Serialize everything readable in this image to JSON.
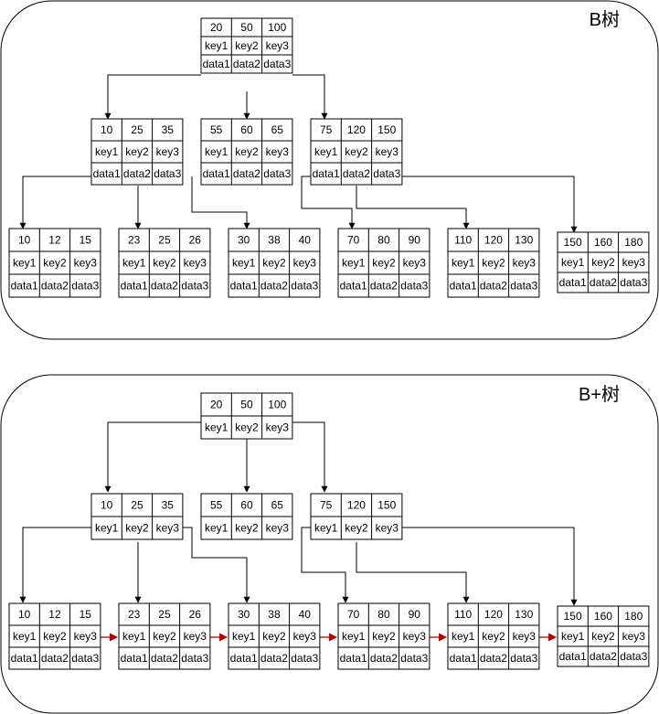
{
  "colors": {
    "stroke": "#000000",
    "background": "#ffffff",
    "leaf_link": "#b20000"
  },
  "btree": {
    "title": "B树",
    "root": {
      "keys": [
        "20",
        "50",
        "100"
      ],
      "key_labels": [
        "key1",
        "key2",
        "key3"
      ],
      "data_labels": [
        "data1",
        "data2",
        "data3"
      ]
    },
    "internal": [
      {
        "keys": [
          "10",
          "25",
          "35"
        ],
        "key_labels": [
          "key1",
          "key2",
          "key3"
        ],
        "data_labels": [
          "data1",
          "data2",
          "data3"
        ]
      },
      {
        "keys": [
          "55",
          "60",
          "65"
        ],
        "key_labels": [
          "key1",
          "key2",
          "key3"
        ],
        "data_labels": [
          "data1",
          "data2",
          "data3"
        ]
      },
      {
        "keys": [
          "75",
          "120",
          "150"
        ],
        "key_labels": [
          "key1",
          "key2",
          "key3"
        ],
        "data_labels": [
          "data1",
          "data2",
          "data3"
        ]
      }
    ],
    "leaves": [
      {
        "keys": [
          "10",
          "12",
          "15"
        ],
        "key_labels": [
          "key1",
          "key2",
          "key3"
        ],
        "data_labels": [
          "data1",
          "data2",
          "data3"
        ]
      },
      {
        "keys": [
          "23",
          "25",
          "26"
        ],
        "key_labels": [
          "key1",
          "key2",
          "key3"
        ],
        "data_labels": [
          "data1",
          "data2",
          "data3"
        ]
      },
      {
        "keys": [
          "30",
          "38",
          "40"
        ],
        "key_labels": [
          "key1",
          "key2",
          "key3"
        ],
        "data_labels": [
          "data1",
          "data2",
          "data3"
        ]
      },
      {
        "keys": [
          "70",
          "80",
          "90"
        ],
        "key_labels": [
          "key1",
          "key2",
          "key3"
        ],
        "data_labels": [
          "data1",
          "data2",
          "data3"
        ]
      },
      {
        "keys": [
          "110",
          "120",
          "130"
        ],
        "key_labels": [
          "key1",
          "key2",
          "key3"
        ],
        "data_labels": [
          "data1",
          "data2",
          "data3"
        ]
      },
      {
        "keys": [
          "150",
          "160",
          "180"
        ],
        "key_labels": [
          "key1",
          "key2",
          "key3"
        ],
        "data_labels": [
          "data1",
          "data2",
          "data3"
        ]
      }
    ]
  },
  "bplustree": {
    "title": "B+树",
    "root": {
      "keys": [
        "20",
        "50",
        "100"
      ],
      "key_labels": [
        "key1",
        "key2",
        "key3"
      ]
    },
    "internal": [
      {
        "keys": [
          "10",
          "25",
          "35"
        ],
        "key_labels": [
          "key1",
          "key2",
          "key3"
        ]
      },
      {
        "keys": [
          "55",
          "60",
          "65"
        ],
        "key_labels": [
          "key1",
          "key2",
          "key3"
        ]
      },
      {
        "keys": [
          "75",
          "120",
          "150"
        ],
        "key_labels": [
          "key1",
          "key2",
          "key3"
        ]
      }
    ],
    "leaves": [
      {
        "keys": [
          "10",
          "12",
          "15"
        ],
        "key_labels": [
          "key1",
          "key2",
          "key3"
        ],
        "data_labels": [
          "data1",
          "data2",
          "data3"
        ]
      },
      {
        "keys": [
          "23",
          "25",
          "26"
        ],
        "key_labels": [
          "key1",
          "key2",
          "key3"
        ],
        "data_labels": [
          "data1",
          "data2",
          "data3"
        ]
      },
      {
        "keys": [
          "30",
          "38",
          "40"
        ],
        "key_labels": [
          "key1",
          "key2",
          "key3"
        ],
        "data_labels": [
          "data1",
          "data2",
          "data3"
        ]
      },
      {
        "keys": [
          "70",
          "80",
          "90"
        ],
        "key_labels": [
          "key1",
          "key2",
          "key3"
        ],
        "data_labels": [
          "data1",
          "data2",
          "data3"
        ]
      },
      {
        "keys": [
          "110",
          "120",
          "130"
        ],
        "key_labels": [
          "key1",
          "key2",
          "key3"
        ],
        "data_labels": [
          "data1",
          "data2",
          "data3"
        ]
      },
      {
        "keys": [
          "150",
          "160",
          "180"
        ],
        "key_labels": [
          "key1",
          "key2",
          "key3"
        ],
        "data_labels": [
          "data1",
          "data2",
          "data3"
        ]
      }
    ]
  }
}
